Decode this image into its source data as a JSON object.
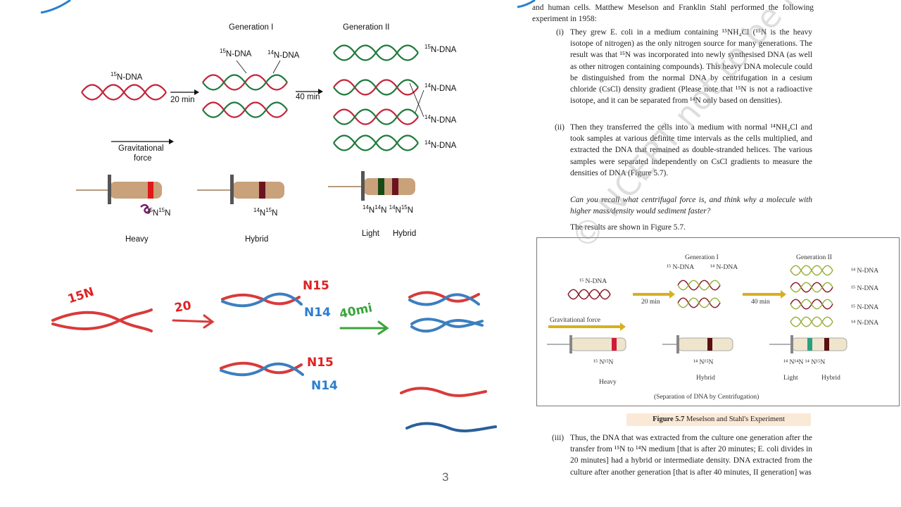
{
  "slide": {
    "generation1_label": "Generation I",
    "generation2_label": "Generation II",
    "n15_dna": "N-DNA",
    "n15_sup": "15",
    "n14_sup": "14",
    "time1": "20 min",
    "time2": "40 min",
    "grav_line1": "Gravitational",
    "grav_line2": "force",
    "heavy": "Heavy",
    "hybrid": "Hybrid",
    "light": "Light",
    "tube1_label": "N",
    "tube2_label": "N",
    "page_number": "3",
    "handwritten": {
      "n15": "15N",
      "twenty": "20",
      "forty": "40mi",
      "n15a": "N15",
      "n14a": "N14",
      "n15b": "N15",
      "n14b": "N14"
    }
  },
  "book": {
    "intro": "and human cells. Matthew Meselson and Franklin Stahl performed the following experiment in 1958:",
    "item1_num": "(i)",
    "item1": "They grew E. coli in a medium containing ¹⁵NH₄Cl (¹⁵N is the heavy isotope of nitrogen) as the only nitrogen source for many generations. The result was that ¹⁵N was incorporated into newly synthesised DNA (as well as other nitrogen containing compounds). This heavy DNA molecule could be distinguished from the normal DNA by centrifugation in a cesium chloride (CsCl) density gradient (Please note that ¹⁵N is not a radioactive isotope, and it can be separated from ¹⁴N only based on densities).",
    "item2_num": "(ii)",
    "item2": "Then they transferred the cells into a medium with normal ¹⁴NH₄Cl and took samples at various definite time intervals as the cells multiplied, and extracted the DNA that remained as double-stranded helices. The various samples were separated independently on CsCl gradients to measure the densities of DNA (Figure 5.7).",
    "question": "Can you recall what centrifugal force is, and think why a molecule with higher mass/density would sediment faster?",
    "results": "The results are shown in Figure 5.7.",
    "item3_num": "(iii)",
    "item3": "Thus, the DNA that was extracted from the culture one generation after the transfer from ¹⁵N to ¹⁴N medium [that is after 20 minutes; E. coli divides in 20 minutes] had a hybrid or intermediate density. DNA extracted from the culture after another generation [that is after 40 minutes, II generation] was",
    "figure": {
      "gen1": "Generation I",
      "gen2": "Generation II",
      "n15dna": "¹⁵ N-DNA",
      "n15dna_small": "¹⁵ N-DNA",
      "n14dna_small": "¹⁴ N-DNA",
      "n14dna": "¹⁴ N-DNA",
      "n15dna_r": "¹⁵ N-DNA",
      "time1": "20 min",
      "time2": "40 min",
      "grav": "Gravitational force",
      "heavy": "Heavy",
      "hybrid": "Hybrid",
      "light": "Light",
      "hybrid2": "Hybrid",
      "tubelabel1": "¹⁵ N¹⁵N",
      "tubelabel2": "¹⁴ N¹⁵N",
      "tubelabel3": "¹⁴ N¹⁴N  ¹⁴ N¹⁵N",
      "sep": "(Separation of DNA by Centrifugation)"
    },
    "caption_bold": "Figure 5.7",
    "caption_text": " Meselson and Stahl's Experiment",
    "watermark": "© NCERT not to be republishe"
  }
}
